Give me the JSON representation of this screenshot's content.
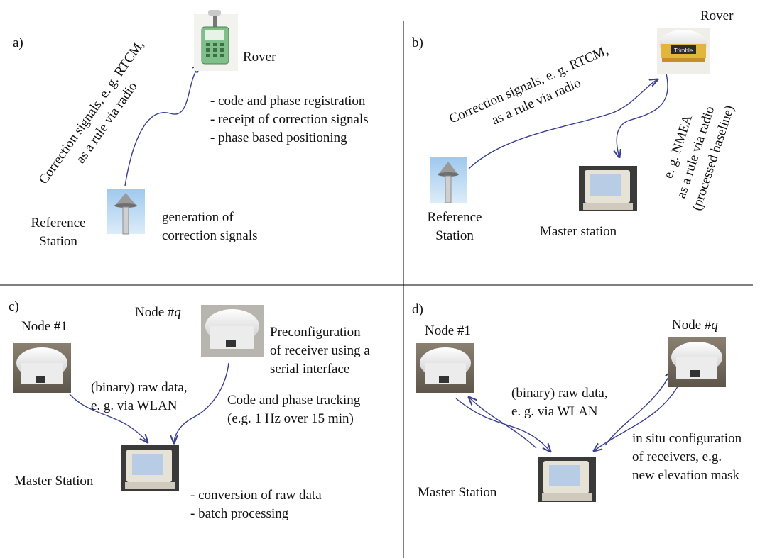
{
  "panels": {
    "a": {
      "letter": "a)",
      "rover": "Rover",
      "signal_line1": "Correction signals, e. g. RTCM,",
      "signal_line2": "as a rule via radio",
      "bullets": [
        "- code and phase registration",
        "- receipt of correction signals",
        "- phase based positioning"
      ],
      "ref_line1": "Reference",
      "ref_line2": "Station",
      "gen_line1": "generation of",
      "gen_line2": "correction signals"
    },
    "b": {
      "letter": "b)",
      "rover": "Rover",
      "signal_line1": "Correction signals, e. g. RTCM,",
      "signal_line2": "as a rule via radio",
      "nmea_line1": "e. g. NMEA",
      "nmea_line2": "as a rule via radio",
      "nmea_line3": "(processed baseline)",
      "ref_line1": "Reference",
      "ref_line2": "Station",
      "master": "Master station",
      "brand": "Trimble"
    },
    "c": {
      "letter": "c)",
      "node1": "Node #1",
      "nodeq_prefix": "Node #",
      "nodeq_var": "q",
      "pre_line1": "Preconfiguration",
      "pre_line2": "of receiver using a",
      "pre_line3": "serial interface",
      "raw_line1": "(binary) raw data,",
      "raw_line2": "e. g. via WLAN",
      "code_line1": "Code and phase tracking",
      "code_line2": "(e.g. 1 Hz over 15 min)",
      "master": "Master Station",
      "bullets": [
        "- conversion of raw data",
        "- batch processing"
      ]
    },
    "d": {
      "letter": "d)",
      "node1": "Node #1",
      "nodeq_prefix": "Node #",
      "nodeq_var": "q",
      "raw_line1": "(binary) raw data,",
      "raw_line2": "e. g. via WLAN",
      "situ_line1": "in situ configuration",
      "situ_line2": "of receivers, e.g.",
      "situ_line3": "new elevation mask",
      "master": "Master Station"
    }
  },
  "colors": {
    "arrow": "#3b3f8f",
    "divider": "#000000"
  }
}
